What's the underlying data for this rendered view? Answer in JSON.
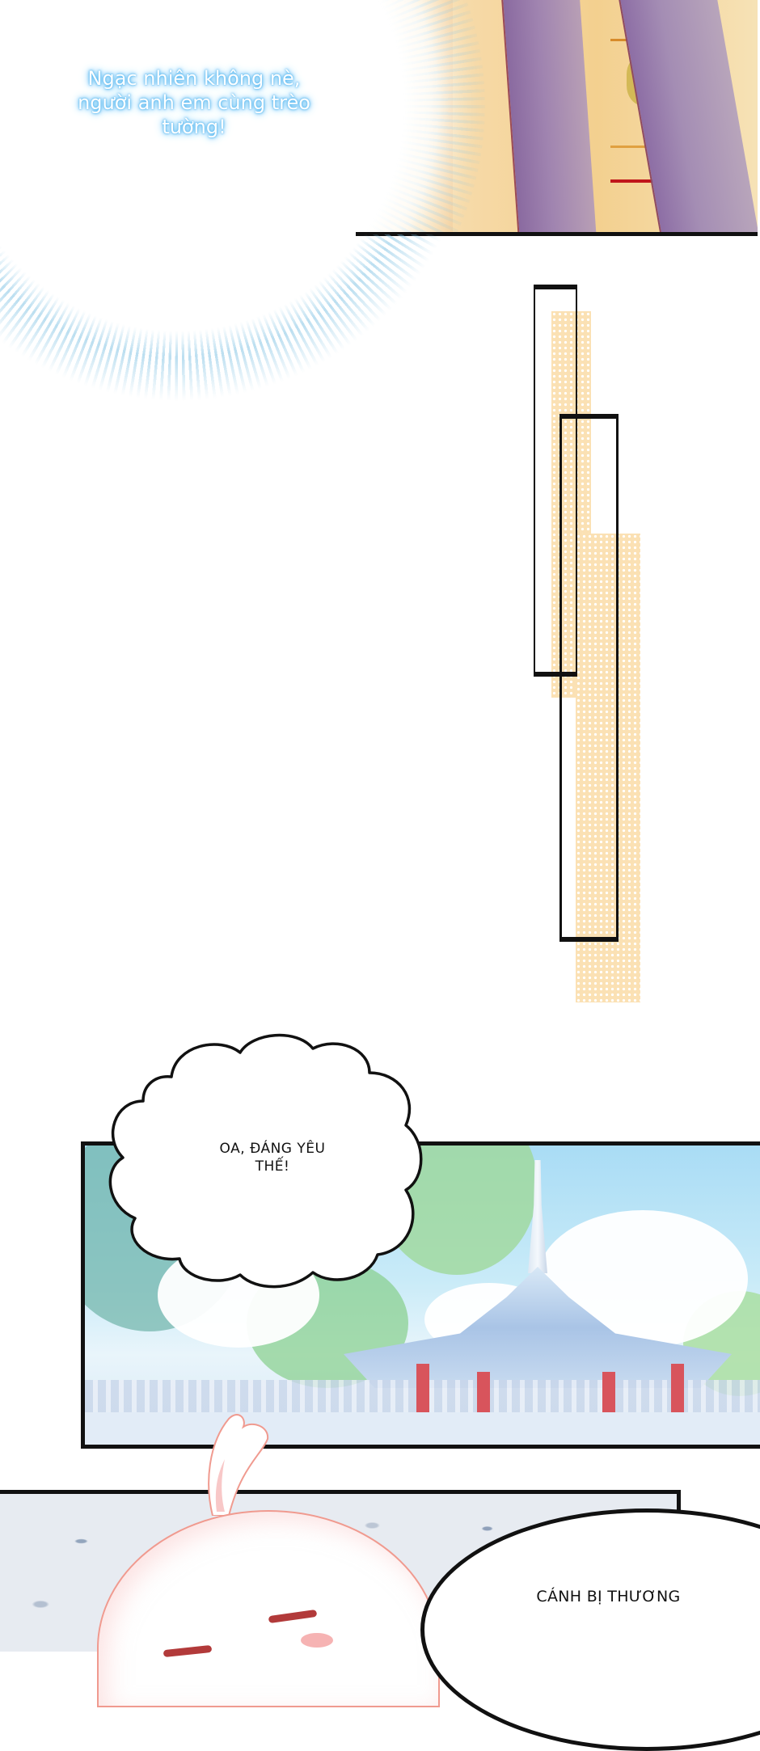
{
  "page": {
    "type": "manga-webtoon-page",
    "language": "vi",
    "background_color": "#ffffff"
  },
  "panel_top": {
    "caption": "Ngạc nhiên không nè, người anh em cùng trèo tường!",
    "caption_lines": [
      "Ngạc nhiên không nè,",
      "người anh em cùng trèo",
      "tường!"
    ],
    "caption_text_color": "#ffffff",
    "caption_glow_color": "#4fb4f0",
    "burst_ray_color": "#78bee1",
    "robe_color": "#a084b0",
    "floor_color": "#f3d08f"
  },
  "gutter_decor": {
    "frame_color": "#111111",
    "dots_color": "#fbe1b4"
  },
  "panel_pavilion": {
    "speech_bubble": {
      "shape": "cloud",
      "lines": [
        "OA, ĐÁNG YÊU",
        "THẾ!"
      ]
    },
    "sky_color": "#a9dcf5",
    "roof_color": "#a9c4e6",
    "pillar_color": "#d8545c"
  },
  "panel_bottom": {
    "speech_bubble": {
      "shape": "oval",
      "lines": [
        "CÁNH BỊ THƯƠNG"
      ]
    },
    "ground_color": "#e7ebf1",
    "character_outline_color": "#f09a8f"
  }
}
